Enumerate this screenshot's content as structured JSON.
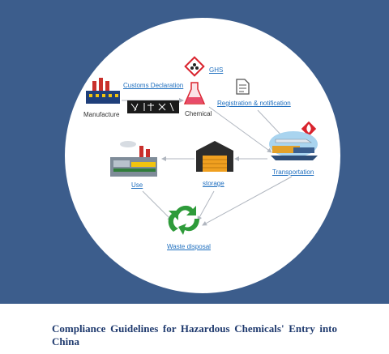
{
  "nodes": {
    "customs": "Customs Declaration",
    "manufacture": "Manufacture",
    "chemical": "Chemical",
    "ghs": "GHS",
    "registration": "Registration & notification",
    "transportation": "Transportation",
    "storage": "storage",
    "use": "Use",
    "waste": "Waste disposal"
  },
  "caption": "Compliance Guidelines for Hazardous Chemicals' Entry into China",
  "colors": {
    "background": "#3c5d8c",
    "link": "#1f6fbf",
    "caption": "#1f3a6e",
    "hazard": "#d9232d",
    "recycle": "#2e9b3a"
  },
  "icons": [
    "factory-icon",
    "calligraphy-banner-icon",
    "ghs-hazard-icon",
    "flask-icon",
    "document-icon",
    "flammable-hazard-icon",
    "transport-icon",
    "storage-icon",
    "industrial-plant-icon",
    "recycle-icon"
  ]
}
